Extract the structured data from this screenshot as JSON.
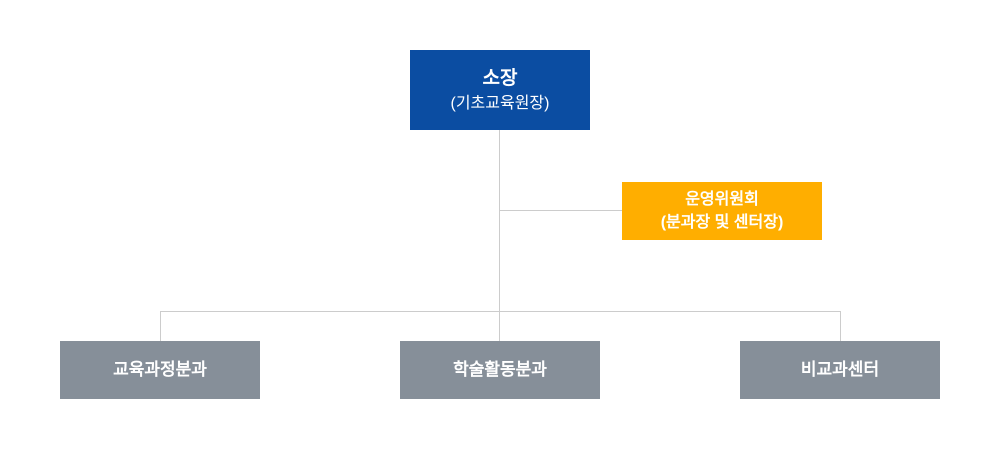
{
  "org_chart": {
    "root": {
      "title": "소장",
      "subtitle": "(기초교육원장)"
    },
    "committee": {
      "title": "운영위원회",
      "subtitle": "(분과장 및 센터장)"
    },
    "departments": [
      {
        "label": "교육과정분과"
      },
      {
        "label": "학술활동분과"
      },
      {
        "label": "비교과센터"
      }
    ],
    "colors": {
      "director_bg": "#0b4da2",
      "committee_bg": "#ffae00",
      "department_bg": "#868f99",
      "connector_line": "#cccccc",
      "text": "#ffffff",
      "page_bg": "#ffffff"
    }
  }
}
